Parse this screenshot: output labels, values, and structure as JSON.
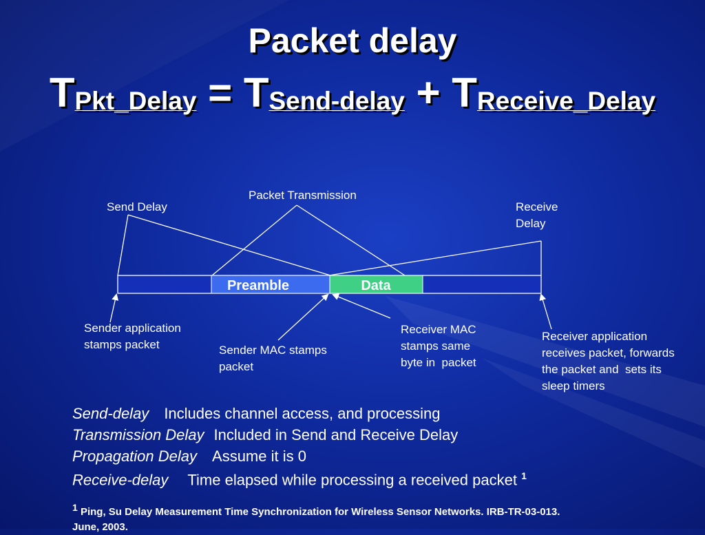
{
  "title": "Packet delay",
  "equation": {
    "t1": "T",
    "s1": "Pkt_Delay",
    "eq": " = ",
    "t2": "T",
    "s2": "Send-delay",
    "plus": " + ",
    "t3": "T",
    "s3": "Receive_Delay"
  },
  "diagram": {
    "packet_transmission": "Packet Transmission",
    "send_delay": "Send Delay",
    "receive_delay": [
      "Receive",
      "Delay"
    ],
    "preamble": "Preamble",
    "data": "Data",
    "preamble_color": "#3c6bf0",
    "data_color": "#3fcf85",
    "bar_color": "#1530b8",
    "sender_app": [
      "Sender application",
      "stamps packet"
    ],
    "sender_mac": [
      "Sender MAC stamps",
      "packet"
    ],
    "receiver_mac": [
      "Receiver MAC",
      "stamps same",
      "byte in  packet"
    ],
    "receiver_app": [
      "Receiver application",
      "receives packet, forwards",
      "the packet and  sets its",
      "sleep timers"
    ]
  },
  "definitions": [
    {
      "term": "Send-delay",
      "desc": "Includes channel access, and processing"
    },
    {
      "term": "Transmission Delay",
      "desc": "Included in Send and Receive Delay"
    },
    {
      "term": "Propagation Delay",
      "desc": "Assume it is 0"
    },
    {
      "term": "Receive-delay",
      "desc": "Time elapsed while processing a received packet",
      "sup": "1"
    }
  ],
  "footnote": {
    "marker": "1",
    "text": "Ping, Su Delay Measurement Time Synchronization for Wireless Sensor Networks. IRB-TR-03-013.",
    "text2": "June, 2003."
  }
}
